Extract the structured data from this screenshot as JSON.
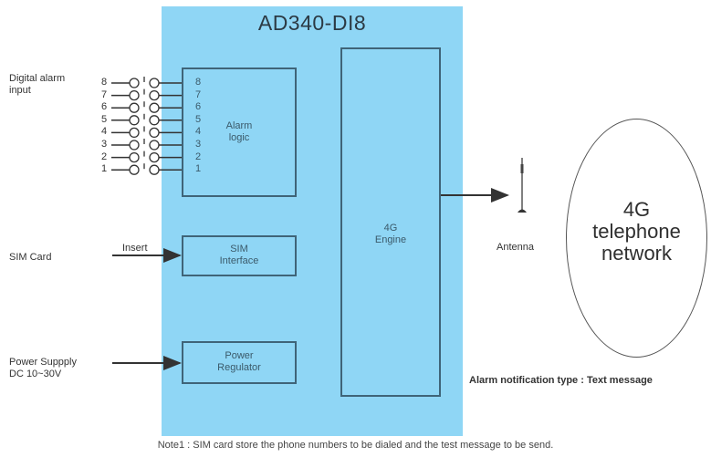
{
  "device": {
    "title": "AD340-DI8",
    "background_color": "#8fd6f5",
    "blocks": {
      "alarm_logic": "Alarm\nlogic",
      "alarm_logic_lines": [
        "Alarm",
        "logic"
      ],
      "sim_interface_lines": [
        "SIM",
        "Interface"
      ],
      "power_regulator_lines": [
        "Power",
        "Regulator"
      ],
      "engine_lines": [
        "4G",
        "Engine"
      ]
    },
    "input_pins": [
      "8",
      "7",
      "6",
      "5",
      "4",
      "3",
      "2",
      "1"
    ]
  },
  "inputs": {
    "digital_alarm_lines": [
      "Digital alarm",
      "input"
    ],
    "switch_labels": [
      "8",
      "7",
      "6",
      "5",
      "4",
      "3",
      "2",
      "1"
    ],
    "sim_card": "SIM Card",
    "insert_label": "Insert",
    "power_supply_lines": [
      "Power Suppply",
      "DC 10~30V"
    ]
  },
  "output": {
    "antenna_label": "Antenna",
    "network_lines": [
      "4G",
      "telephone",
      "network"
    ],
    "notification": "Alarm notification type : Text message"
  },
  "note": "Note1 : SIM card store the phone numbers to be dialed and the test message to be send."
}
